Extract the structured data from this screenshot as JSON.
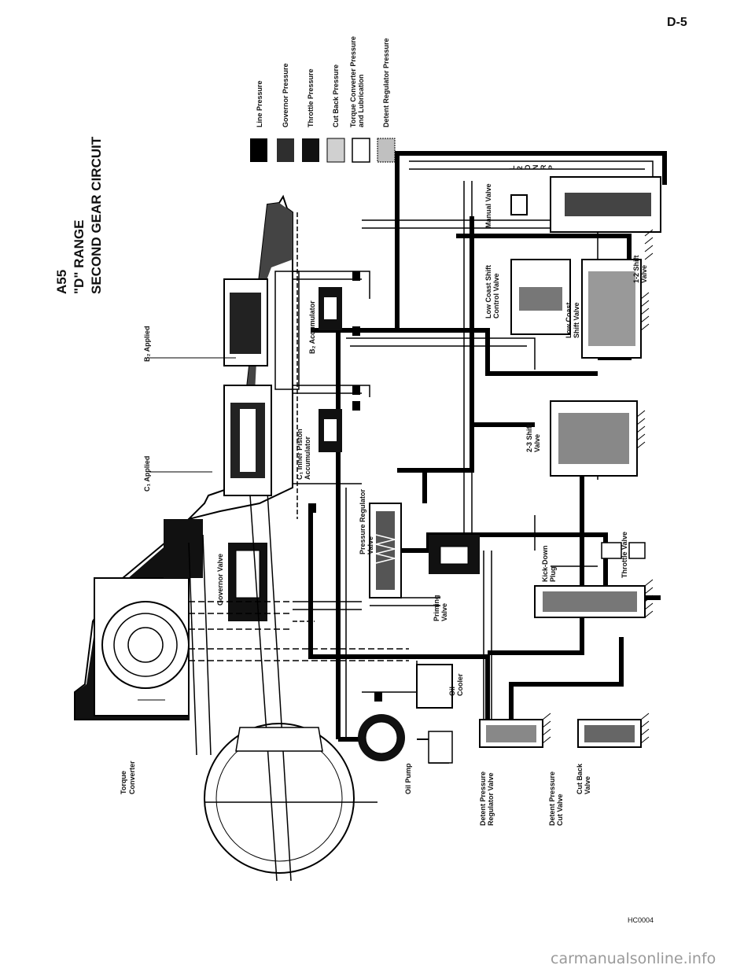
{
  "page": {
    "number": "D-5",
    "figure_code": "HC0004",
    "watermark": "carmanualsonline.info"
  },
  "title": {
    "line1": "A55",
    "line2": "\"D\" RANGE",
    "line3": "SECOND GEAR CIRCUIT"
  },
  "legend": [
    {
      "label": "Line Pressure",
      "fill": "#000000"
    },
    {
      "label": "Governor Pressure",
      "fill": "#2e2e2e"
    },
    {
      "label": "Throttle Pressure",
      "fill": "#111111"
    },
    {
      "label": "Cut Back Pressure",
      "fill": "#c8c8c8"
    },
    {
      "label": "Torque Converter Pressure",
      "label2": "and Lubrication",
      "fill": "#ffffff"
    },
    {
      "label": "Detent Regulator Pressure",
      "fill": "#bdbdbd"
    }
  ],
  "components": {
    "torque_converter": "Torque\nConverter",
    "oil_pump": "Oil Pump",
    "governor_valve": "Governor Valve",
    "c1_applied": "C₁ Applied",
    "b2_applied": "B₂ Applied",
    "c1_accumulator": "C₁ Inner Piston\nAccumulator",
    "b2_accumulator": "B₂ Accumulator",
    "pressure_regulator": "Pressure Regulator\nValve",
    "priming_valve": "Priming\nValve",
    "oil_cooler": "Oil\nCooler",
    "detent_pressure_regulator": "Detent Pressure\nRegulator Valve",
    "detent_pressure_cut": "Detent Pressure\nCut Valve",
    "cut_back_valve": "Cut Back\nValve",
    "kick_down_plug": "Kick-Down\nPlug",
    "throttle_valve": "Throttle Valve",
    "shift_23": "2-3 Shift\nValve",
    "low_coast_control": "Low Coast Shift\nControl Valve",
    "low_coast_shift": "Low Coast\nShift Valve",
    "shift_12": "1-2 Shift\nValve",
    "manual_valve": "Manual Valve"
  },
  "manual_positions": [
    "L",
    "2",
    "D",
    "N",
    "R",
    "P"
  ]
}
